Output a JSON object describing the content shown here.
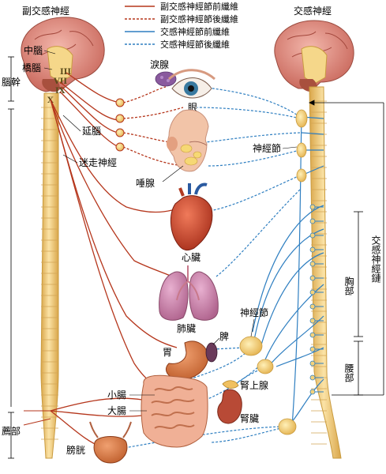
{
  "colors": {
    "para_pre": "#b5361c",
    "para_post": "#b5361c",
    "symp_pre": "#2f7fc1",
    "symp_post": "#2f7fc1",
    "spine": "#f2c97a",
    "spine_edge": "#c99b3f",
    "brain": "#e8948a",
    "ganglion": "#f5d27a"
  },
  "titles": {
    "left": "副交感神經",
    "right": "交感神經"
  },
  "legend": [
    {
      "label": "副交感神經節前纖維",
      "style": "solid-red"
    },
    {
      "label": "副交感神經節後纖維",
      "style": "dashed-red"
    },
    {
      "label": "交感神經節前纖維",
      "style": "solid-blue"
    },
    {
      "label": "交感神經節後纖維",
      "style": "dashed-blue"
    }
  ],
  "labels": {
    "midbrain": "中腦",
    "pons": "橋腦",
    "brainstem": "腦幹",
    "medulla": "延腦",
    "vagus": "迷走神經",
    "sacral": "薦部",
    "lacrimal": "淚腺",
    "eye": "眼",
    "salivary": "唾腺",
    "heart": "心臟",
    "lung": "肺臟",
    "stomach": "胃",
    "spleen": "脾",
    "small_intestine": "小腸",
    "large_intestine": "大腸",
    "adrenal": "腎上腺",
    "kidney": "腎臟",
    "bladder": "膀胱",
    "ganglion_top": "神經節",
    "ganglion_mid": "神經節",
    "thoracic": "胸部",
    "lumbar": "腰部",
    "chain": "交感神經鏈"
  },
  "cranial_numerals": [
    "III",
    "VII",
    "IX",
    "X"
  ]
}
